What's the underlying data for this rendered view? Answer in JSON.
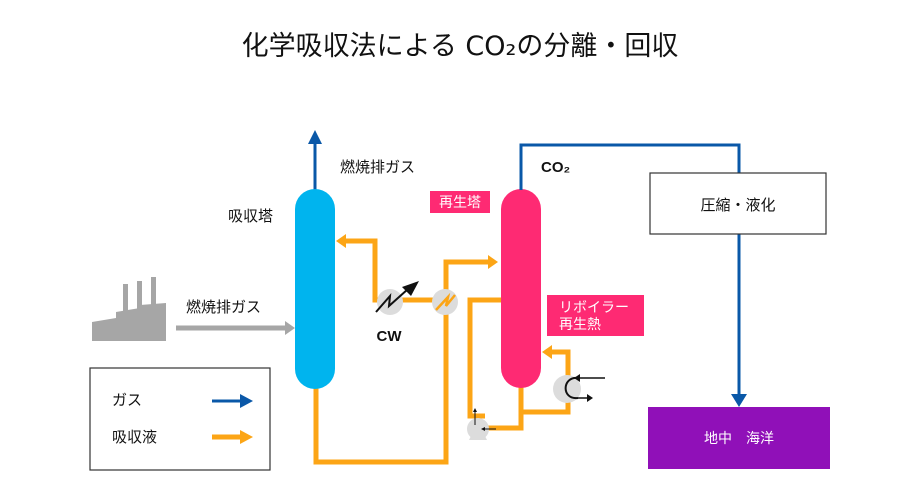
{
  "title": "化学吸収法による CO₂の分離・回収",
  "labels": {
    "exhaust_gas_top": "燃焼排ガス",
    "absorber": "吸収塔",
    "exhaust_gas_input": "燃焼排ガス",
    "regenerator": "再生塔",
    "co2": "CO₂",
    "cooling_water": "CW",
    "reboiler_line1": "リボイラー",
    "reboiler_line2": "再生熱",
    "compression": "圧縮・液化",
    "storage": "地中　海洋"
  },
  "legend": {
    "items": [
      {
        "label": "ガス",
        "color": "#0a58a8"
      },
      {
        "label": "吸収液",
        "color": "#fca516"
      }
    ]
  },
  "colors": {
    "absorber": "#00b4ee",
    "regenerator": "#fe2a73",
    "gas": "#0a58a8",
    "liquid": "#fca516",
    "flue_gas": "#a6a6a6",
    "storage": "#9010b8",
    "equipment": "#dcdcdc"
  }
}
